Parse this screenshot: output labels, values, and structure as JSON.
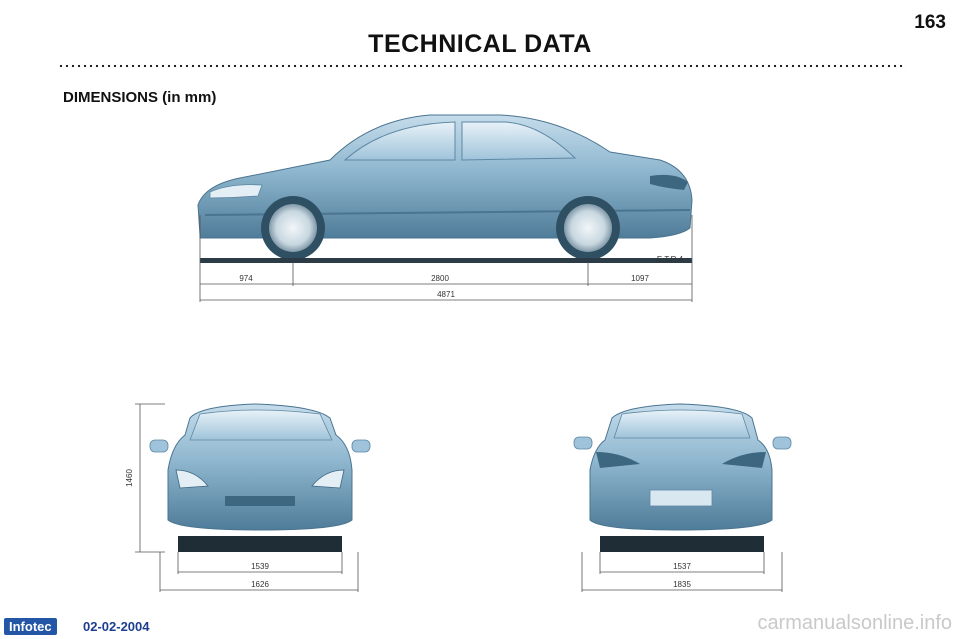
{
  "page_number": "163",
  "title": "TECHNICAL DATA",
  "subtitle": "DIMENSIONS (in mm)",
  "side_view": {
    "front_overhang": "974",
    "wheelbase": "2800",
    "rear_overhang": "1097",
    "overall_length": "4871",
    "badge": "E.T.R.4"
  },
  "front_view": {
    "height": "1460",
    "front_track": "1539",
    "overall_width": "1626"
  },
  "rear_view": {
    "rear_track": "1537",
    "overall_width": "1835"
  },
  "footer": {
    "brand": "Infotec",
    "date": "02-02-2004",
    "watermark": "carmanualsonline.info"
  },
  "colors": {
    "body_paint": "#8fb7cf",
    "body_shadow": "#5d8aa8",
    "footer_blue": "#2456a8"
  }
}
